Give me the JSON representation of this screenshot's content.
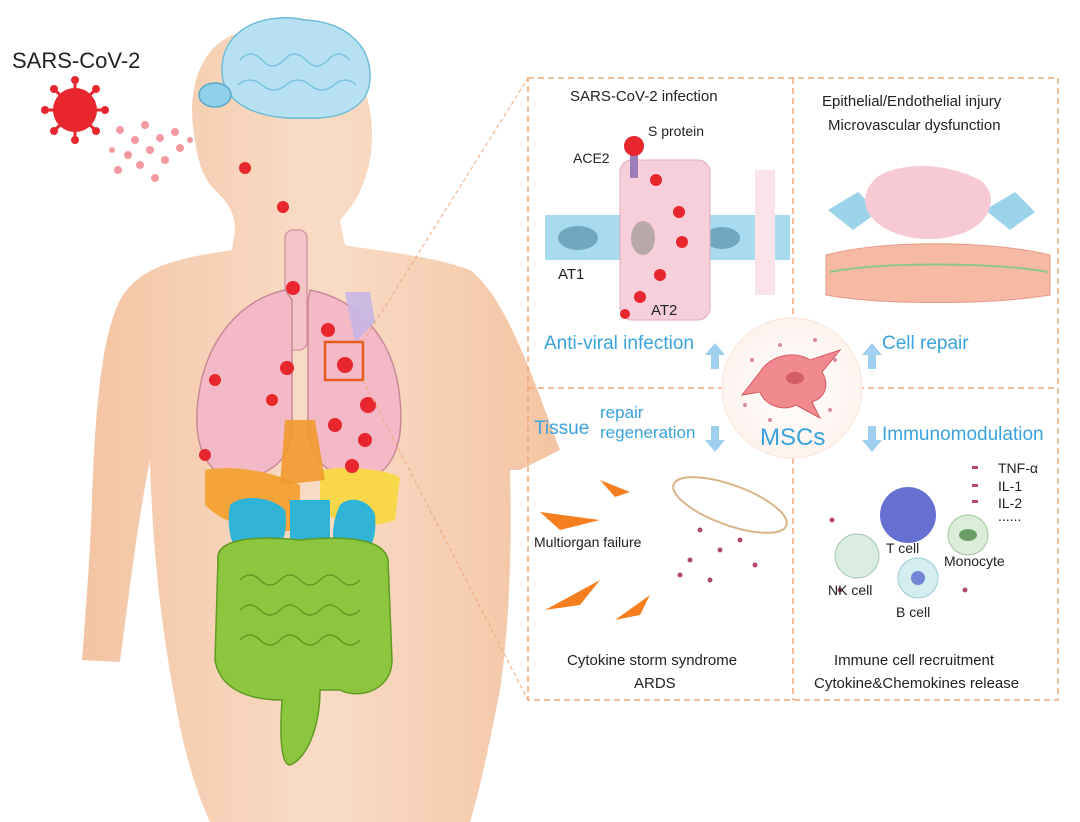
{
  "virus_label": "SARS-CoV-2",
  "panels": {
    "top_left": {
      "title": "SARS-CoV-2 infection",
      "s_protein": "S protein",
      "ace2": "ACE2",
      "at1": "AT1",
      "at2": "AT2"
    },
    "top_right": {
      "title_line1": "Epithelial/Endothelial injury",
      "title_line2": "Microvascular dysfunction"
    },
    "bottom_left": {
      "caption_line1": "Cytokine storm syndrome",
      "caption_line2": "ARDS",
      "multiorgan": "Multiorgan failure"
    },
    "bottom_right": {
      "caption_line1": "Immune cell recruitment",
      "caption_line2": "Cytokine&Chemokines release",
      "cytokines": [
        "TNF-α",
        "IL-1",
        "IL-2",
        "......"
      ],
      "cells": {
        "t_cell": "T cell",
        "nk_cell": "NK cell",
        "b_cell": "B cell",
        "monocyte": "Monocyte"
      }
    }
  },
  "center": {
    "mscs": "MSCs",
    "anti_viral": "Anti-viral infection",
    "cell_repair": "Cell repair",
    "tissue": "Tissue",
    "repair": "repair",
    "regeneration": "regeneration",
    "immunomodulation": "Immunomodulation"
  },
  "colors": {
    "accent_blue": "#3aa2dc",
    "virus_red": "#e8262e",
    "panel_border": "#f0a878",
    "skin": "#f6cfb0"
  }
}
